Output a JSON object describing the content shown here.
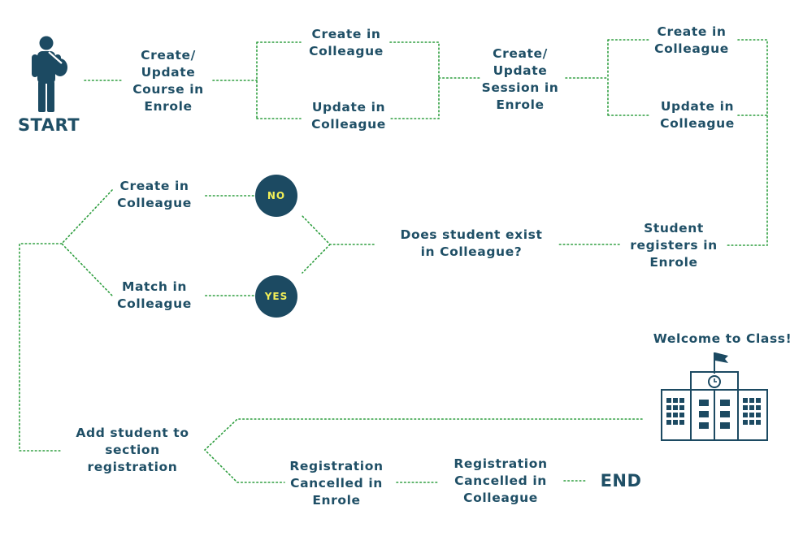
{
  "start_label": "START",
  "end_label": "END",
  "steps": {
    "create_update_course": "Create/\nUpdate\nCourse in\nEnrole",
    "create_colleague_1": "Create in\nColleague",
    "update_colleague_1": "Update in\nColleague",
    "create_update_session": "Create/\nUpdate\nSession in\nEnrole",
    "create_colleague_2": "Create in\nColleague",
    "update_colleague_2": "Update in\nColleague",
    "student_registers": "Student\nregisters in\nEnrole",
    "decision": "Does student exist\nin Colleague?",
    "create_colleague_3": "Create in\nColleague",
    "match_colleague": "Match in\nColleague",
    "add_student": "Add student to\nsection\nregistration",
    "reg_cancelled_enrole": "Registration\nCancelled in\nEnrole",
    "reg_cancelled_colleague": "Registration\nCancelled in\nColleague"
  },
  "decision_answers": {
    "no": "NO",
    "yes": "YES"
  },
  "welcome_label": "Welcome to Class!",
  "colors": {
    "text": "#1f4f66",
    "accent": "#f2ef58",
    "dots": "#2e9e3f",
    "icon": "#1c4a62"
  },
  "icons": [
    "person-start-icon",
    "school-building-icon"
  ]
}
